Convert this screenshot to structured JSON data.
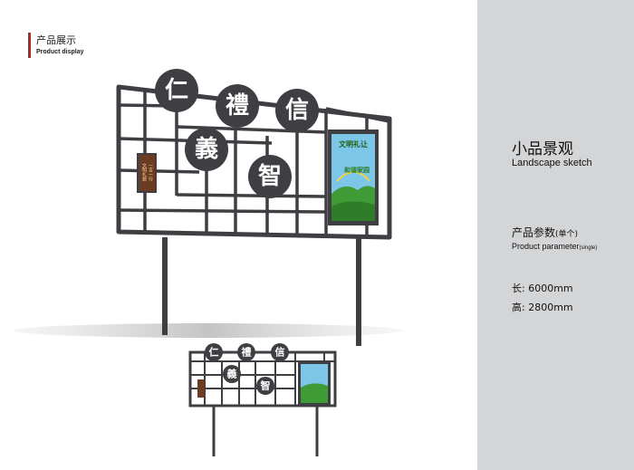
{
  "header": {
    "title_zh": "产品展示",
    "title_en": "Product display"
  },
  "product": {
    "name_zh": "小品景观",
    "name_en": "Landscape sketch",
    "param_zh": "产品参数",
    "param_zh_note": "(单个)",
    "param_en": "Product parameter",
    "param_en_note": "(single)",
    "length_label": "长:",
    "length_value": "6000mm",
    "height_label": "高:",
    "height_value": "2800mm"
  },
  "sign": {
    "circles": [
      "仁",
      "禮",
      "信",
      "義",
      "智"
    ],
    "side_panel_lines": [
      "文明礼貌",
      "一言一行"
    ],
    "poster_title": "文明礼让",
    "poster_subtitle": "和谐家园"
  },
  "colors": {
    "frame": "#3f3f43",
    "accent": "#b3281e",
    "panel": "#d4d5d7",
    "poster_bg": "#7cc7e8",
    "poster_grass": "#3e9b35"
  }
}
